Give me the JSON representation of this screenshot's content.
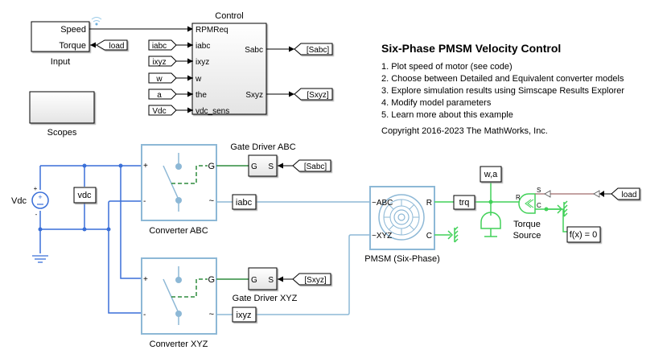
{
  "annotation": {
    "title": "Six-Phase PMSM Velocity Control",
    "items": [
      "1. Plot speed of motor (see code)",
      "2. Choose between Detailed and Equivalent converter models",
      "3. Explore simulation results using Simscape Results Explorer",
      "4. Modify model parameters",
      "5. Learn more about this example"
    ],
    "copyright": "Copyright 2016-2023 The MathWorks, Inc."
  },
  "blocks": {
    "input": {
      "name": "Input",
      "ports": [
        "Speed",
        "Torque"
      ]
    },
    "scopes": {
      "name": "Scopes"
    },
    "control": {
      "name": "Control",
      "inputs": [
        "RPMReq",
        "iabc",
        "ixyz",
        "w",
        "the",
        "vdc_sens"
      ],
      "outputs": [
        "Sabc",
        "Sxyz"
      ]
    },
    "from_tags": [
      "iabc",
      "ixyz",
      "w",
      "a",
      "Vdc"
    ],
    "goto_tags": [
      "[Sabc]",
      "[Sxyz]"
    ],
    "input_from_load": "load",
    "vdc_source": {
      "name": "Vdc",
      "plus": "+",
      "minus": "-"
    },
    "vdc_sensor": "vdc",
    "converter_abc": {
      "name": "Converter ABC",
      "ports": [
        "+",
        "-",
        "G",
        "~"
      ]
    },
    "converter_xyz": {
      "name": "Converter XYZ",
      "ports": [
        "+",
        "-",
        "G",
        "~"
      ]
    },
    "gate_abc": {
      "name": "Gate Driver ABC",
      "ports": [
        "G",
        "S"
      ],
      "from": "[Sabc]"
    },
    "gate_xyz": {
      "name": "Gate Driver XYZ",
      "ports": [
        "G",
        "S"
      ],
      "from": "[Sxyz]"
    },
    "iabc_sensor": "iabc",
    "ixyz_sensor": "ixyz",
    "pmsm": {
      "name": "PMSM (Six-Phase)",
      "ports": [
        "~ABC",
        "~XYZ",
        "R",
        "C"
      ]
    },
    "trq_sensor": "trq",
    "wa_sensor": "w,a",
    "torque_source": {
      "name_line1": "Torque",
      "name_line2": "Source",
      "ports": [
        "R",
        "S",
        "C"
      ]
    },
    "load_from": "load",
    "solver": "f(x) = 0"
  },
  "colors": {
    "signal": "#000000",
    "electrical": "#3a6fd8",
    "converter": "#8db8d6",
    "gate": "#2e8b3d",
    "mech": "#41d158",
    "physsignal": "#a06b6b"
  }
}
